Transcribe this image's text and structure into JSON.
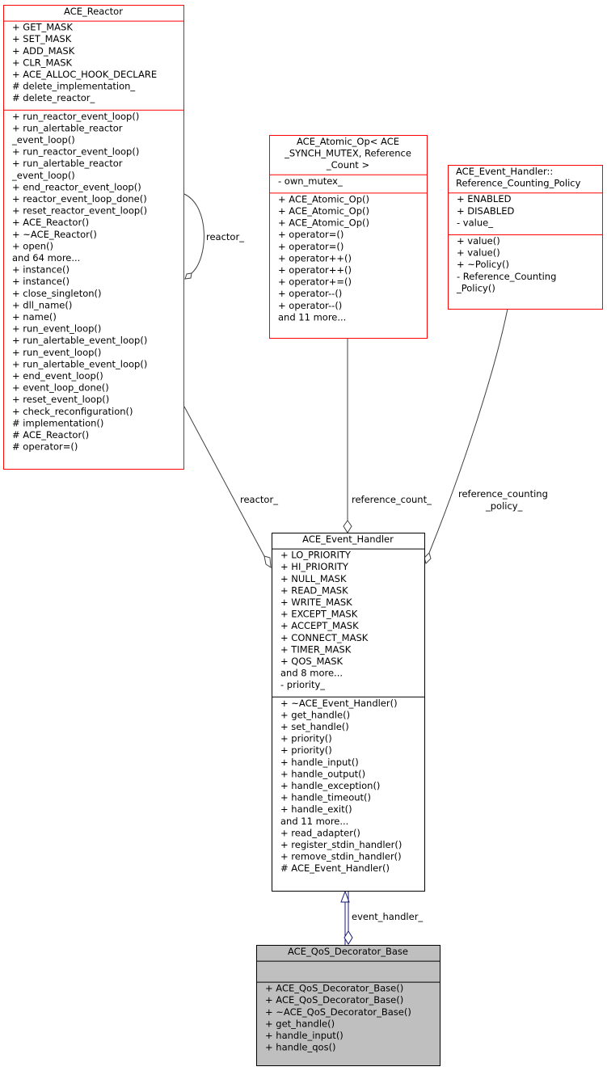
{
  "classes": {
    "reactor": {
      "title": [
        "ACE_Reactor"
      ],
      "attributes": [
        "+ GET_MASK",
        "+ SET_MASK",
        "+ ADD_MASK",
        "+ CLR_MASK",
        "+ ACE_ALLOC_HOOK_DECLARE",
        "# delete_implementation_",
        "# delete_reactor_"
      ],
      "methods": [
        "+ run_reactor_event_loop()",
        "+ run_alertable_reactor",
        "_event_loop()",
        "+ run_reactor_event_loop()",
        "+ run_alertable_reactor",
        "_event_loop()",
        "+ end_reactor_event_loop()",
        "+ reactor_event_loop_done()",
        "+ reset_reactor_event_loop()",
        "+ ACE_Reactor()",
        "+ ~ACE_Reactor()",
        "+ open()",
        "and 64 more...",
        "+ instance()",
        "+ instance()",
        "+ close_singleton()",
        "+ dll_name()",
        "+ name()",
        "+ run_event_loop()",
        "+ run_alertable_event_loop()",
        "+ run_event_loop()",
        "+ run_alertable_event_loop()",
        "+ end_event_loop()",
        "+ event_loop_done()",
        "+ reset_event_loop()",
        "+ check_reconfiguration()",
        "# implementation()",
        "# ACE_Reactor()",
        "# operator=()"
      ]
    },
    "atomic_op": {
      "title": [
        "ACE_Atomic_Op< ACE",
        "_SYNCH_MUTEX, Reference",
        "_Count >"
      ],
      "attributes": [
        "- own_mutex_"
      ],
      "methods": [
        "+ ACE_Atomic_Op()",
        "+ ACE_Atomic_Op()",
        "+ ACE_Atomic_Op()",
        "+ operator=()",
        "+ operator=()",
        "+ operator++()",
        "+ operator++()",
        "+ operator+=()",
        "+ operator--()",
        "+ operator--()",
        "and 11 more..."
      ]
    },
    "policy": {
      "title": [
        "ACE_Event_Handler::",
        "Reference_Counting_Policy"
      ],
      "attributes": [
        "+ ENABLED",
        "+ DISABLED",
        "- value_"
      ],
      "methods": [
        "+ value()",
        "+ value()",
        "+ ~Policy()",
        "- Reference_Counting",
        "_Policy()"
      ]
    },
    "event_handler": {
      "title": [
        "ACE_Event_Handler"
      ],
      "attributes": [
        "+ LO_PRIORITY",
        "+ HI_PRIORITY",
        "+ NULL_MASK",
        "+ READ_MASK",
        "+ WRITE_MASK",
        "+ EXCEPT_MASK",
        "+ ACCEPT_MASK",
        "+ CONNECT_MASK",
        "+ TIMER_MASK",
        "+ QOS_MASK",
        "and 8 more...",
        "- priority_"
      ],
      "methods": [
        "+ ~ACE_Event_Handler()",
        "+ get_handle()",
        "+ set_handle()",
        "+ priority()",
        "+ priority()",
        "+ handle_input()",
        "+ handle_output()",
        "+ handle_exception()",
        "+ handle_timeout()",
        "+ handle_exit()",
        "and 11 more...",
        "+ read_adapter()",
        "+ register_stdin_handler()",
        "+ remove_stdin_handler()",
        "# ACE_Event_Handler()"
      ]
    },
    "qos_decorator": {
      "title": [
        "ACE_QoS_Decorator_Base"
      ],
      "attributes": [],
      "methods": [
        "+ ACE_QoS_Decorator_Base()",
        "+ ACE_QoS_Decorator_Base()",
        "+ ~ACE_QoS_Decorator_Base()",
        "+ get_handle()",
        "+ handle_input()",
        "+ handle_qos()"
      ]
    }
  },
  "edges": {
    "reactor_self": "reactor_",
    "reactor_to_handler": "reactor_",
    "reference_count": "reference_count_",
    "reference_counting_policy": [
      "reference_counting",
      "_policy_"
    ],
    "event_handler": "event_handler_"
  },
  "colors": {
    "linked_border": "#ff0000",
    "plain_border": "#000000",
    "focus_fill": "#bfbfbf",
    "inherit_edge": "#191970",
    "member_edge": "#404040"
  }
}
